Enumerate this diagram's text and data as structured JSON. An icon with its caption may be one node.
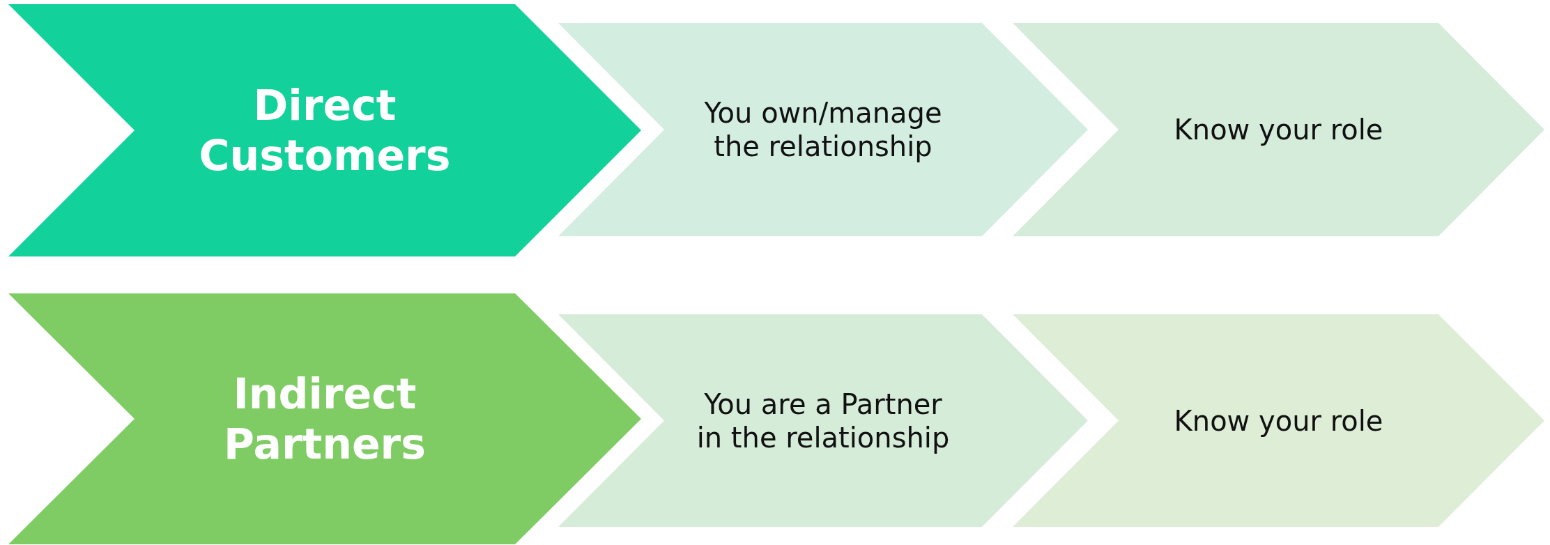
{
  "diagram": {
    "nodes": [
      {
        "text": [
          "Direct Customers"
        ]
      },
      {
        "text": [
          "You own/manage the relationship"
        ]
      },
      {
        "text": [
          "Know your role"
        ]
      },
      {
        "text": [
          "Indirect Partners"
        ]
      },
      {
        "text": [
          "You are a Partner in the relationship"
        ]
      },
      {
        "text": [
          "Know your role"
        ]
      }
    ]
  }
}
